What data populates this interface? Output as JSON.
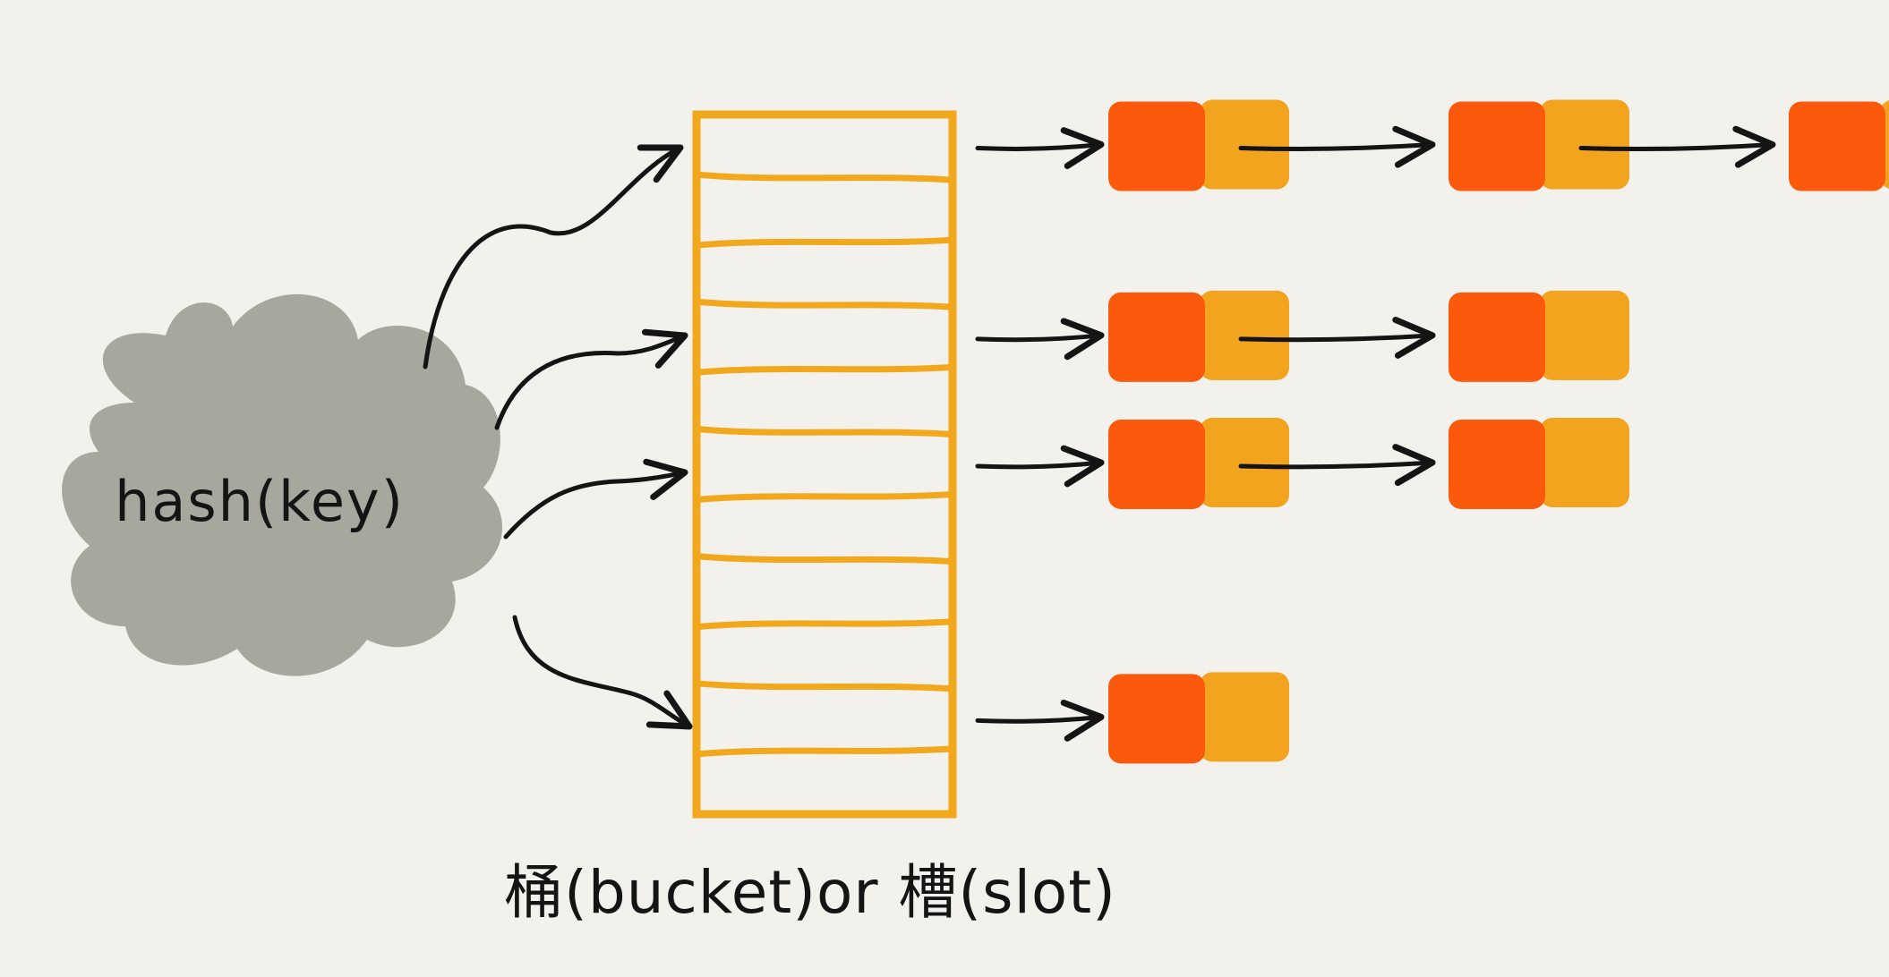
{
  "cloud": {
    "label": "hash(key)"
  },
  "bucket_array": {
    "caption": "桶(bucket)or 槽(slot)",
    "slot_count": 11
  },
  "chains": [
    {
      "slot": 0,
      "node_count": 3
    },
    {
      "slot": 3,
      "node_count": 2
    },
    {
      "slot": 5,
      "node_count": 2
    },
    {
      "slot": 9,
      "node_count": 1
    }
  ],
  "colors": {
    "background": "#f3f1ec",
    "cloud": "#a8a79e",
    "bucket_border": "#f2a81d",
    "node_key": "#fb5a0d",
    "node_value": "#f2a41e",
    "arrow": "#141414"
  }
}
